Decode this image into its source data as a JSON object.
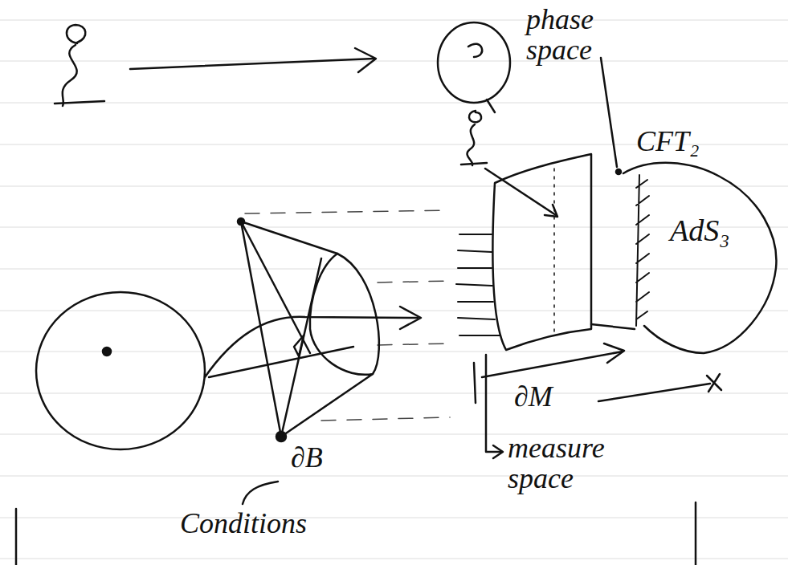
{
  "diagram": {
    "nodes": [
      {
        "text": [
          "AdS₃"
        ]
      }
    ],
    "labels": [
      "phase space",
      "CFT₂",
      "∂M",
      "measure space",
      "∂B",
      "Conditions"
    ]
  }
}
